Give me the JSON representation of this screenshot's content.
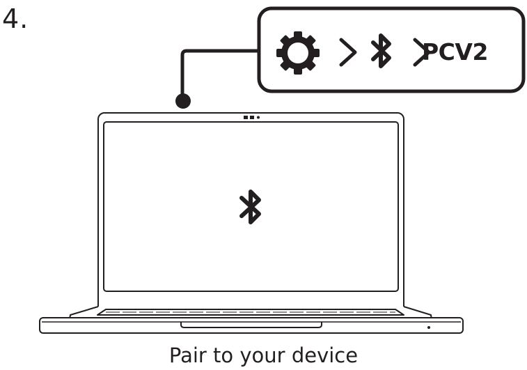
{
  "step": {
    "number": "4."
  },
  "callout": {
    "device_name": "PCV2",
    "path_icons": [
      "gear-icon",
      "chevron-right-icon",
      "bluetooth-icon",
      "chevron-right-icon"
    ]
  },
  "screen": {
    "icon": "bluetooth-icon"
  },
  "caption": "Pair to your device",
  "colors": {
    "ink": "#231f20",
    "background": "#ffffff"
  }
}
